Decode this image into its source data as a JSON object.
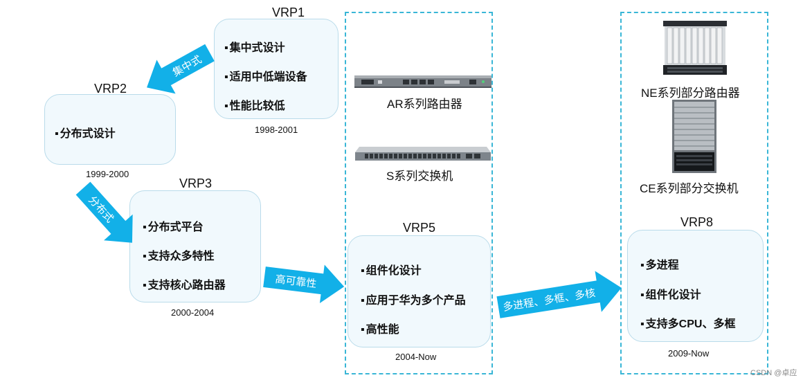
{
  "vrp1": {
    "title": "VRP1",
    "items": [
      "集中式设计",
      "适用中低端设备",
      "性能比较低"
    ],
    "date": "1998-2001"
  },
  "vrp2": {
    "title": "VRP2",
    "items": [
      "分布式设计"
    ],
    "date": "1999-2000"
  },
  "vrp3": {
    "title": "VRP3",
    "items": [
      "分布式平台",
      "支持众多特性",
      "支持核心路由器"
    ],
    "date": "2000-2004"
  },
  "vrp5": {
    "title": "VRP5",
    "items": [
      "组件化设计",
      "应用于华为多个产品",
      "高性能"
    ],
    "date": "2004-Now"
  },
  "vrp8": {
    "title": "VRP8",
    "items": [
      "多进程",
      "组件化设计",
      "支持多CPU、多框"
    ],
    "date": "2009-Now"
  },
  "arrows": {
    "a1": "集中式",
    "a2": "分布式",
    "a3": "高可靠性",
    "a4": "多进程、多框、多核"
  },
  "devices": {
    "ar": "AR系列路由器",
    "s": "S系列交换机",
    "ne": "NE系列部分路由器",
    "ce": "CE系列部分交换机"
  },
  "watermark": "CSDN @卓应",
  "colors": {
    "arrow": "#12b0e8",
    "box_fill": "#f1f9fd",
    "box_border": "#b9dbea",
    "dashed": "#39b6d6"
  }
}
